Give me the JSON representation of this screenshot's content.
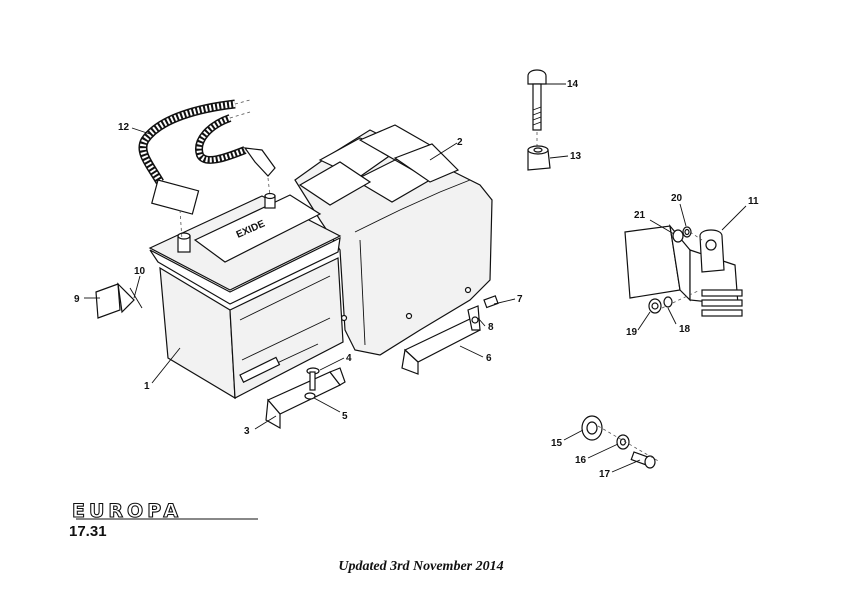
{
  "model_logo_text": "EUROPA",
  "page_number": "17.31",
  "updated_note": "Updated 3rd November 2014",
  "battery_brand": "EXIDE",
  "callouts": [
    "1",
    "2",
    "3",
    "4",
    "5",
    "6",
    "7",
    "8",
    "9",
    "10",
    "11",
    "12",
    "13",
    "14",
    "15",
    "16",
    "17",
    "18",
    "19",
    "20",
    "21"
  ]
}
